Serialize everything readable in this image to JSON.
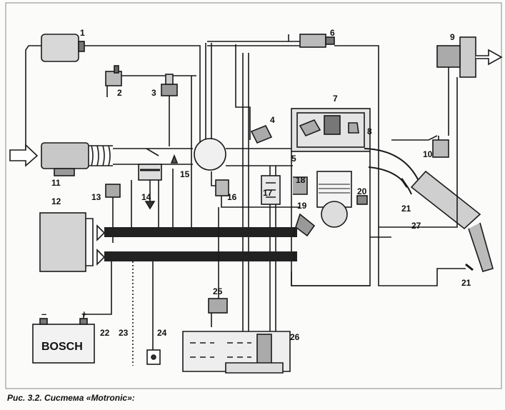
{
  "caption": "Рис. 3.2. Система «Motronic»:",
  "brand": "BOSCH",
  "battery_minus": "–",
  "battery_plus": "+",
  "callouts": [
    "1",
    "2",
    "3",
    "4",
    "5",
    "6",
    "7",
    "8",
    "9",
    "10",
    "11",
    "12",
    "13",
    "14",
    "15",
    "16",
    "17",
    "18",
    "19",
    "20",
    "21",
    "21",
    "22",
    "23",
    "24",
    "25",
    "26",
    "27"
  ],
  "colors": {
    "ink": "#1a1a1a",
    "paper": "#fbfbfa",
    "harness": "#222222"
  }
}
